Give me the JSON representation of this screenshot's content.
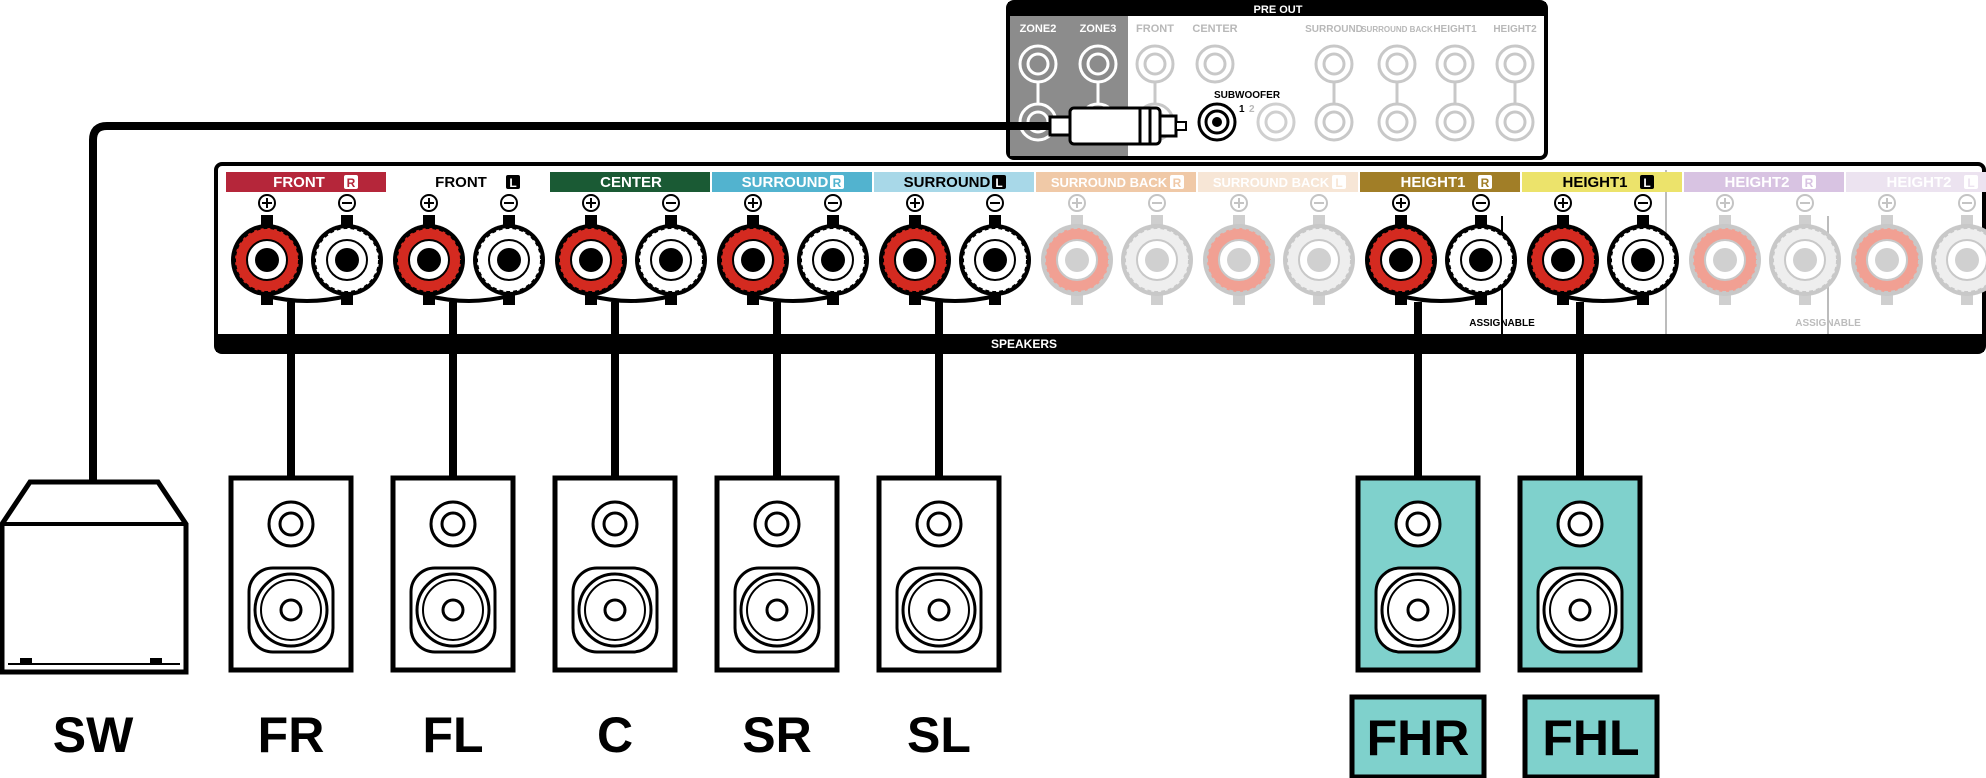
{
  "pre_out": {
    "title": "PRE OUT",
    "zone_labels": [
      "ZONE2",
      "ZONE3"
    ],
    "column_labels": [
      "FRONT",
      "CENTER",
      "SURROUND",
      "SURROUND BACK",
      "HEIGHT1",
      "HEIGHT2"
    ],
    "subwoofer_label": "SUBWOOFER",
    "subwoofer_numbers": [
      "1",
      "2"
    ]
  },
  "speakers_panel": {
    "bottom_label": "SPEAKERS",
    "assignable_label": "ASSIGNABLE",
    "terminals": [
      {
        "label": "FRONT",
        "side": "R",
        "color": "#b5263a",
        "active": true,
        "text_color": "#ffffff"
      },
      {
        "label": "FRONT",
        "side": "L",
        "color": "#ffffff",
        "active": true,
        "text_color": "#000000"
      },
      {
        "label": "CENTER",
        "side": "",
        "color": "#1a5a34",
        "active": true,
        "text_color": "#ffffff"
      },
      {
        "label": "SURROUND",
        "side": "R",
        "color": "#52b3cf",
        "active": true,
        "text_color": "#ffffff"
      },
      {
        "label": "SURROUND",
        "side": "L",
        "color": "#a8d8e8",
        "active": true,
        "text_color": "#000000"
      },
      {
        "label": "SURROUND BACK",
        "side": "R",
        "color": "#f0c9a7",
        "active": false,
        "text_color": "#ffffff"
      },
      {
        "label": "SURROUND BACK",
        "side": "L",
        "color": "#f7e6d6",
        "active": false,
        "text_color": "#ffffff"
      },
      {
        "label": "HEIGHT1",
        "side": "R",
        "color": "#a17e27",
        "active": true,
        "text_color": "#ffffff"
      },
      {
        "label": "HEIGHT1",
        "side": "L",
        "color": "#ece36b",
        "active": true,
        "text_color": "#000000"
      },
      {
        "label": "HEIGHT2",
        "side": "R",
        "color": "#d8c3e2",
        "active": false,
        "text_color": "#ffffff"
      },
      {
        "label": "HEIGHT2",
        "side": "L",
        "color": "#ece3f0",
        "active": false,
        "text_color": "#ffffff"
      }
    ]
  },
  "speaker_labels": {
    "sw": "SW",
    "fr": "FR",
    "fl": "FL",
    "c": "C",
    "sr": "SR",
    "sl": "SL",
    "fhr": "FHR",
    "fhl": "FHL"
  },
  "colors": {
    "highlight_speaker": "#7fd1cc",
    "positive_terminal": "#d42a20",
    "inactive_panel": "#e6e6e6"
  }
}
